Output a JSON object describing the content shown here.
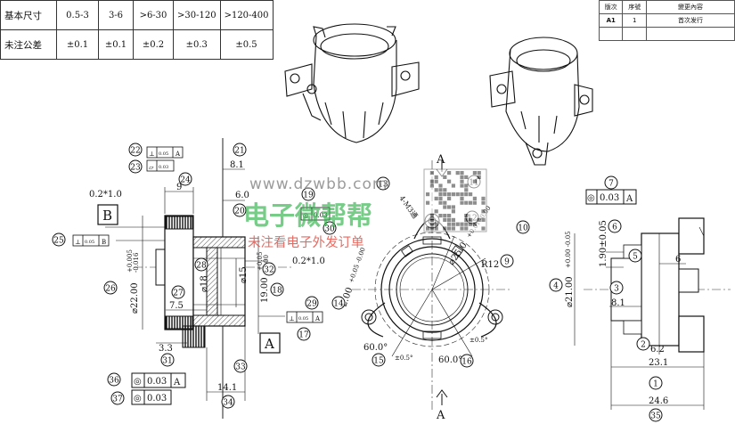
{
  "tolerance_table": {
    "header_label": "基本尺寸",
    "ranges": [
      "0.5-3",
      "3-6",
      ">6-30",
      ">30-120",
      ">120-400"
    ],
    "tolerance_label": "未注公差",
    "tolerances": [
      "±0.1",
      "±0.1",
      "±0.2",
      "±0.3",
      "±0.5"
    ]
  },
  "revision_table": {
    "headers": [
      "版次",
      "序號",
      "變更內容"
    ],
    "row": {
      "version": "A1",
      "seq": "1",
      "change": "首次发行"
    }
  },
  "watermark": {
    "url": "www.dzwbb.com",
    "title": "电子微帮帮",
    "subtitle": "未注看电子外发订单"
  },
  "left_view": {
    "balloons": [
      "22",
      "23",
      "21",
      "24",
      "19",
      "20",
      "25",
      "26",
      "27",
      "28",
      "18",
      "17",
      "31",
      "33",
      "36",
      "37",
      "34",
      "32",
      "29",
      "30"
    ],
    "dims": {
      "d81": "8.1",
      "chamfer_top": "0.2*1.0",
      "d9": "9",
      "d60": "6.0",
      "d75": "7.5",
      "d33": "3.3",
      "d141": "14.1",
      "chamfer_mid": "0.2*1.0",
      "dia22": "⌀22.00",
      "dia22_tol_up": "+0.005",
      "dia22_tol_dn": "-0.016",
      "dia18": "⌀18",
      "dia15": "⌀15",
      "d19": "19.00",
      "d19_tol_up": "+0.05",
      "d19_tol_dn": "-0.00"
    },
    "datum_b": "B",
    "datum_a": "A",
    "gdt": {
      "perp_top": {
        "sym": "⊥",
        "val": "0.05",
        "ref": "A"
      },
      "flat": {
        "sym": "▱",
        "val": "0.03"
      },
      "perp_b": {
        "sym": "⊥",
        "val": "0.05",
        "ref": "B"
      },
      "conc_19": {
        "sym": "◎",
        "val": "0.03"
      },
      "perp_17": {
        "sym": "⊥",
        "val": "0.05",
        "ref": "A"
      },
      "pos_36": {
        "sym": "◎",
        "val": "0.03",
        "ref": "A"
      },
      "pos_37": {
        "sym": "◎",
        "val": "0.03"
      }
    }
  },
  "center_view": {
    "label_top": "A",
    "label_bottom": "A",
    "balloons": [
      "13",
      "11",
      "10",
      "9",
      "12",
      "14",
      "15",
      "16"
    ],
    "dims": {
      "angle1": "60.0°",
      "angle1_tol": "±0.5°",
      "angle2": "60.0°",
      "angle2_tol": "±0.5°",
      "r12": "R12",
      "d200": "2.00",
      "d200_tol": "+0.05 -0.00",
      "dia250": "⌀25.0",
      "dia250_tol": "+0.01 -0.00",
      "thread": "4-M3通"
    }
  },
  "right_view": {
    "balloons": [
      "7",
      "6",
      "5",
      "4",
      "3",
      "2",
      "1",
      "35"
    ],
    "dims": {
      "d190": "1.90±0.05",
      "d6": "6",
      "dia21": "⌀21.00",
      "dia21_tol": "+0.00 -0.05",
      "d81": "8.1",
      "d62": "6.2",
      "d231": "23.1",
      "d246": "24.6"
    },
    "gdt": {
      "sym": "◎",
      "val": "0.03",
      "ref": "A"
    }
  }
}
